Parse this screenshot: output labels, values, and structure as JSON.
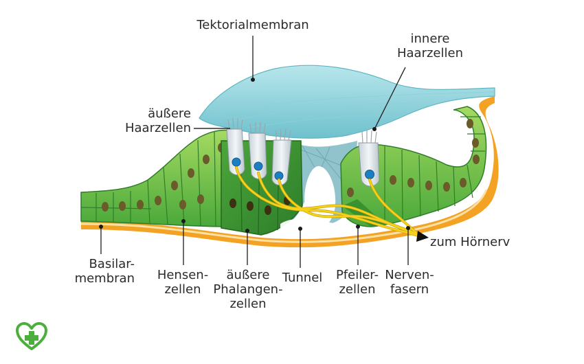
{
  "labels": {
    "tektorialmembran": "Tektorialmembran",
    "innere_haarzellen": "innere\nHaarzellen",
    "aeussere_haarzellen": "äußere\nHaarzellen",
    "zum_hoernerv": "zum Hörnerv",
    "basilarmembran": "Basilar-\nmembran",
    "hensenzellen": "Hensen-\nzellen",
    "aeussere_phalangenzellen": "äußere\nPhalangen-\nzellen",
    "tunnel": "Tunnel",
    "pfeilerzellen": "Pfeiler-\nzellen",
    "nervenfasern": "Nerven-\nfasern"
  },
  "colors": {
    "tectorial": "#8fd3dc",
    "tectorial_dark": "#5fb5c2",
    "cell_green": "#5dbf3a",
    "cell_green_light": "#9ad65a",
    "cell_green_dark": "#2f8a2c",
    "nucleus": "#6b5a2a",
    "membrane_orange": "#f3a224",
    "membrane_cream": "#fde2a7",
    "hair_cell": "#dfe6ea",
    "hair_nucleus": "#1d7fc2",
    "nerve": "#f6d21c",
    "support_teal": "#6aa9b4",
    "logo_green": "#4cae3c",
    "text": "#2b2b2b"
  },
  "logo": {
    "icon": "heart-cross-logo"
  }
}
